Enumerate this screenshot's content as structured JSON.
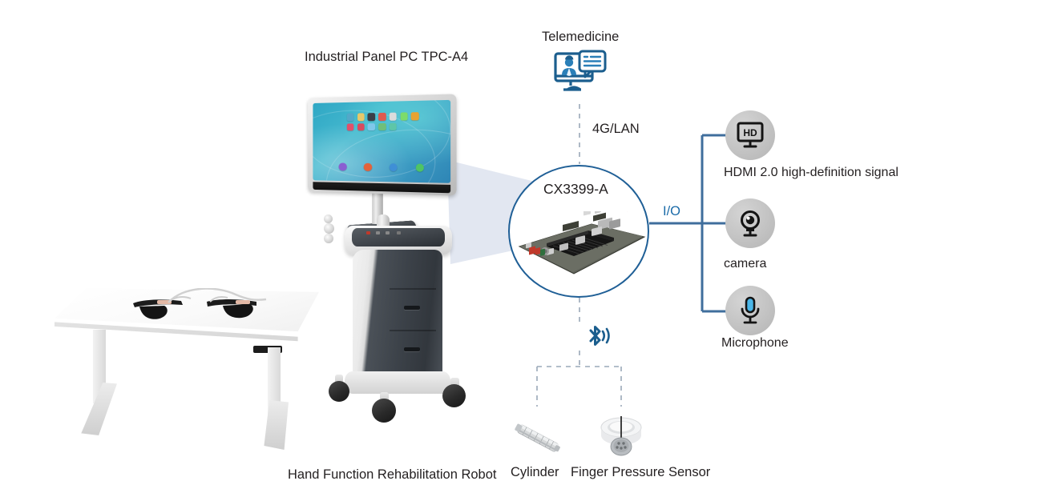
{
  "diagram": {
    "title": "Hand Function Rehabilitation Robot System Architecture",
    "accent_color": "#1f5f96",
    "line_color": "#3f6e9c",
    "dashed_color": "#9aa8b8",
    "badge_color": "#c3c3c3"
  },
  "labels": {
    "panel_pc": "Industrial Panel PC TPC-A4",
    "telemedicine": "Telemedicine",
    "network": "4G/LAN",
    "board": "CX3399-A",
    "io": "I/O",
    "hdmi": "HDMI 2.0 high-definition signal",
    "camera": "camera",
    "microphone": "Microphone",
    "robot": "Hand Function Rehabilitation Robot",
    "cylinder": "Cylinder",
    "finger_pressure_sensor": "Finger Pressure Sensor"
  },
  "icons": {
    "telemedicine": "telemedicine-monitor-icon",
    "bluetooth": "bluetooth-icon",
    "hdmi": "hd-monitor-icon",
    "camera": "webcam-icon",
    "microphone": "microphone-icon"
  },
  "badges": [
    {
      "name": "hdmi",
      "icon": "hd-monitor-icon",
      "label": "HDMI 2.0 high-definition signal"
    },
    {
      "name": "camera",
      "icon": "webcam-icon",
      "label": "camera"
    },
    {
      "name": "microphone",
      "icon": "microphone-icon",
      "label": "Microphone"
    }
  ],
  "connections": [
    {
      "from": "telemedicine",
      "to": "board",
      "style": "dashed",
      "label": "4G/LAN"
    },
    {
      "from": "board",
      "to": "io-bus",
      "style": "solid",
      "label": "I/O"
    },
    {
      "from": "io-bus",
      "to": "hdmi",
      "style": "solid",
      "label": ""
    },
    {
      "from": "io-bus",
      "to": "camera",
      "style": "solid",
      "label": ""
    },
    {
      "from": "io-bus",
      "to": "microphone",
      "style": "solid",
      "label": ""
    },
    {
      "from": "board",
      "to": "peripherals",
      "style": "dashed",
      "label": "bluetooth"
    },
    {
      "from": "peripherals",
      "to": "cylinder",
      "style": "dashed",
      "label": ""
    },
    {
      "from": "peripherals",
      "to": "finger-pressure-sensor",
      "style": "dashed",
      "label": ""
    }
  ],
  "panel_pc_screen": {
    "app_icon_colors": [
      "#53a8c9",
      "#e8c86a",
      "#3b3f46",
      "#e05a4f",
      "#dcdcdc",
      "#7ddc6a",
      "#e8a331",
      "#e2506b",
      "#d94b5e",
      "#7fc8ea",
      "#6fbf7a",
      "#5ec6a8"
    ],
    "dock_icon_colors": [
      "#8a5fd1",
      "#e4623a",
      "#3f8fd6",
      "#4fc464"
    ]
  }
}
